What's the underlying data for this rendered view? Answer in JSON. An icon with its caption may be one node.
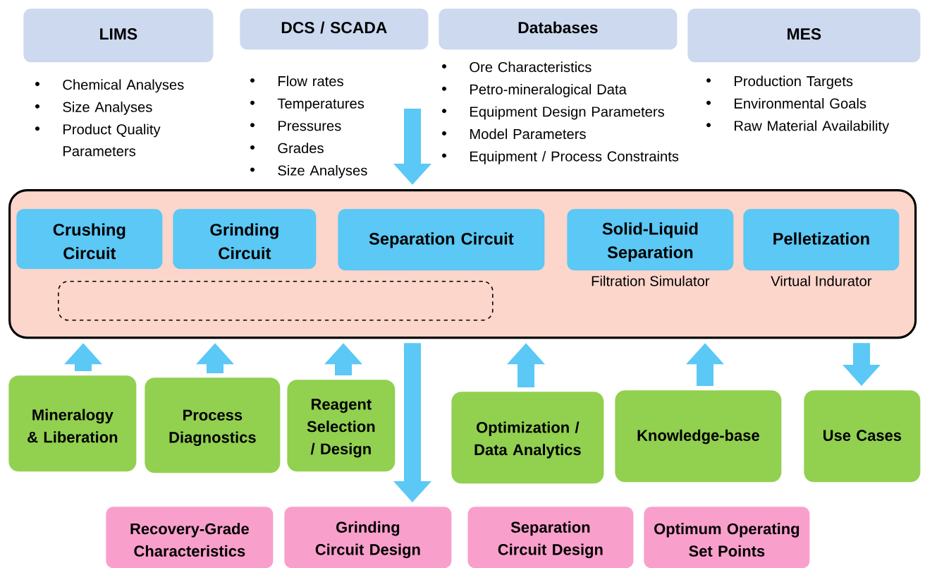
{
  "diagram": {
    "nodes": [
      {
        "text": [
          "LIMS"
        ],
        "beside": [
          "Chemical Analyses",
          "Size Analyses",
          "Product Quality Parameters"
        ]
      },
      {
        "text": [
          "DCS / SCADA"
        ],
        "beside": [
          "Flow rates",
          "Temperatures",
          "Pressures",
          "Grades",
          "Size Analyses"
        ]
      },
      {
        "text": [
          "Databases"
        ],
        "beside": [
          "Ore Characteristics",
          "Petro-mineralogical Data",
          "Equipment Design Parameters",
          "Model Parameters",
          "Equipment / Process Constraints"
        ]
      },
      {
        "text": [
          "MES"
        ],
        "beside": [
          "Production Targets",
          "Environmental Goals",
          "Raw Material Availability"
        ]
      },
      {
        "text": [],
        "shape": "box"
      },
      {
        "text": [
          "Crushing Circuit"
        ],
        "in": 4
      },
      {
        "text": [
          "Grinding Circuit"
        ],
        "in": 4
      },
      {
        "text": [
          "Separation Circuit"
        ],
        "in": 4
      },
      {
        "text": [
          "Solid-Liquid Separation"
        ],
        "in": 4,
        "beside": [
          "Filtration Simulator"
        ]
      },
      {
        "text": [
          "Pelletization"
        ],
        "in": 4,
        "beside": [
          "Virtual Indurator"
        ]
      },
      {
        "text": [],
        "shape": "box",
        "in": 4
      },
      {
        "text": [
          "Mineralogy & Liberation"
        ]
      },
      {
        "text": [
          "Process Diagnostics"
        ]
      },
      {
        "text": [
          "Reagent Selection / Design"
        ]
      },
      {
        "text": [
          "Optimization / Data Analytics"
        ]
      },
      {
        "text": [
          "Knowledge-base"
        ]
      },
      {
        "text": [
          "Use Cases"
        ]
      },
      {
        "text": [
          "Recovery-Grade Characteristics"
        ]
      },
      {
        "text": [
          "Grinding Circuit Design"
        ]
      },
      {
        "text": [
          "Separation Circuit Design"
        ]
      },
      {
        "text": [
          "Optimum Operating Set Points"
        ]
      }
    ],
    "edges": [
      {
        "from": null,
        "to": 4,
        "arrow": "to"
      },
      {
        "from": 11,
        "to": 4,
        "arrow": "to"
      },
      {
        "from": 12,
        "to": 4,
        "arrow": "to"
      },
      {
        "from": 13,
        "to": 4,
        "arrow": "to"
      },
      {
        "from": 4,
        "to": 18,
        "arrow": "to"
      },
      {
        "from": 14,
        "to": 4,
        "arrow": "to"
      },
      {
        "from": 15,
        "to": 4,
        "arrow": "to"
      },
      {
        "from": 4,
        "to": 16,
        "arrow": "to"
      }
    ]
  }
}
